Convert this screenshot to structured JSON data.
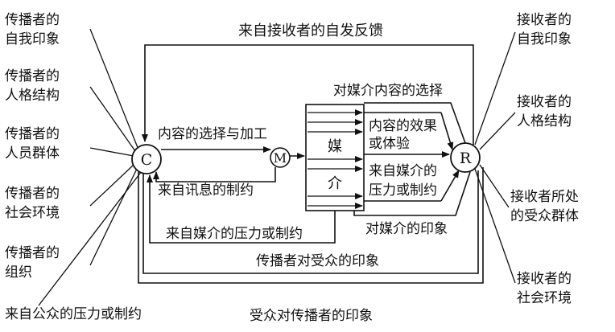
{
  "sender": {
    "node": "C",
    "factors": [
      "传播者的",
      "自我印象",
      "传播者的",
      "人格结构",
      "传播者的",
      "人员群体",
      "传播者的",
      "社会环境",
      "传播者的",
      "组织"
    ],
    "public_pressure": "来自公众的压力或制约"
  },
  "receiver": {
    "node": "R",
    "factors": [
      "接收者的",
      "自我印象",
      "接收者的",
      "人格结构",
      "接收者所处",
      "的受众群体",
      "接收者的",
      "社会环境"
    ]
  },
  "message": {
    "node": "M"
  },
  "medium": {
    "chars": [
      "媒",
      "介"
    ]
  },
  "flows": {
    "spontaneous_feedback": "来自接收者的自发反馈",
    "selection_processing": "内容的选择与加工",
    "message_constraint": "来自讯息的制约",
    "media_pressure": "来自媒介的压力或制约",
    "communicator_image": "传播者对受众的印象",
    "audience_image": "受众对传播者的印象"
  },
  "receiver_side": {
    "content_selection": "对媒介内容的选择",
    "effect_1": "内容的效果",
    "effect_2": "或体验",
    "media_pressure_1": "来自媒介的",
    "media_pressure_2": "压力或制约",
    "media_image": "对媒介的印象"
  }
}
